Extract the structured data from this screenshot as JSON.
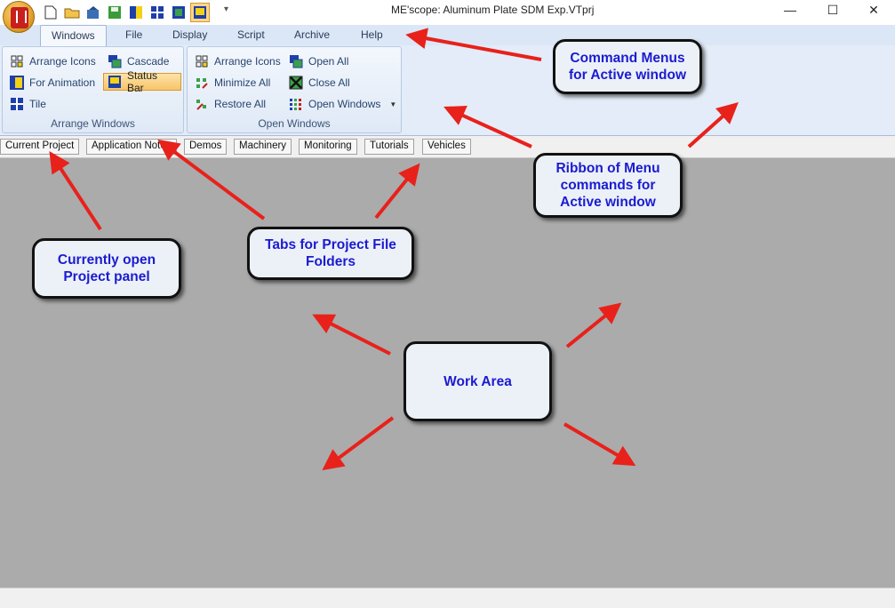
{
  "window": {
    "title": "ME'scope: Aluminum Plate SDM Exp.VTprj",
    "qat_more": "▾",
    "minimize": "—",
    "maximize": "☐",
    "close": "✕"
  },
  "menu_tabs": [
    "Windows",
    "File",
    "Display",
    "Script",
    "Archive",
    "Help"
  ],
  "ribbon": {
    "arrange_windows": {
      "label": "Arrange Windows",
      "buttons": [
        "Arrange Icons",
        "Cascade",
        "For Animation",
        "Status Bar",
        "Tile"
      ]
    },
    "open_windows": {
      "label": "Open Windows",
      "buttons": [
        "Arrange Icons",
        "Open All",
        "Minimize All",
        "Close All",
        "Restore All",
        "Open Windows"
      ]
    }
  },
  "folder_tabs": [
    "Current Project",
    "Application Notes",
    "Demos",
    "Machinery",
    "Monitoring",
    "Tutorials",
    "Vehicles"
  ],
  "callouts": {
    "command_menus": "Command Menus for Active window",
    "ribbon": "Ribbon of Menu commands for Active window",
    "project_panel": "Currently open Project panel",
    "folder_tabs": "Tabs for Project File Folders",
    "work_area": "Work Area"
  },
  "colors": {
    "arrow": "#e8211b",
    "callout_text": "#1b1bd0",
    "work_area": "#ababab",
    "ribbon": "#e3ecf8",
    "highlight": "#f7c46b"
  }
}
